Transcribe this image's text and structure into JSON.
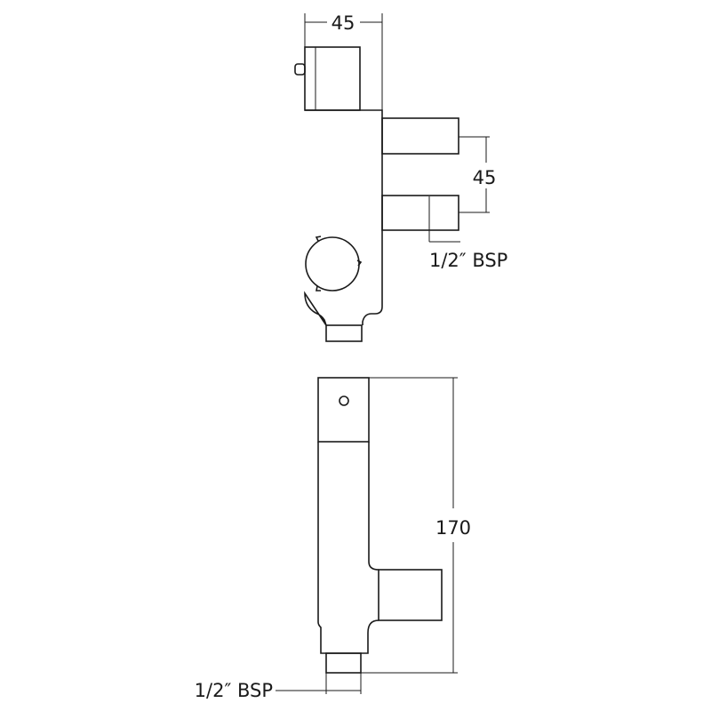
{
  "front_view": {
    "width_dimension": "45",
    "outlet_spacing_dimension": "45",
    "outlet_thread_label": "1/2″ BSP"
  },
  "side_view": {
    "height_dimension": "170",
    "inlet_thread_label": "1/2″ BSP"
  },
  "colors": {
    "line": "#1a1a1a",
    "background": "#ffffff"
  }
}
